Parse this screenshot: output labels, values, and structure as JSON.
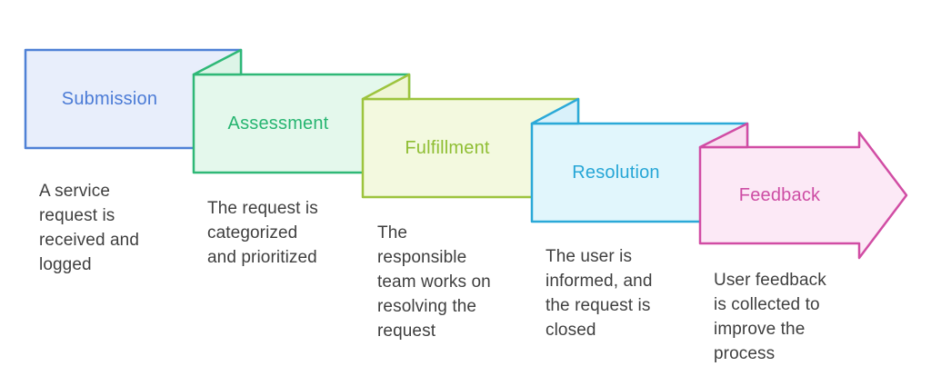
{
  "diagram": {
    "kind": "process-timeline",
    "background_color": "#ffffff",
    "description_text_color": "#3f3f3f",
    "stages": [
      {
        "title": "Submission",
        "description": "A service\nrequest is\nreceived and\nlogged",
        "fill_color": "#e8eefb",
        "border_color": "#4f81d6",
        "title_color": "#4b7bd6"
      },
      {
        "title": "Assessment",
        "description": "The request is\ncategorized\nand prioritized",
        "fill_color": "#e4f8ec",
        "border_color": "#2fb877",
        "title_color": "#27b571",
        "fold_color": "#ddf4e7"
      },
      {
        "title": "Fulfillment",
        "description": "The\nresponsible\nteam works on\nresolving the\nrequest",
        "fill_color": "#f3f9df",
        "border_color": "#9dc43e",
        "title_color": "#8fbe33",
        "fold_color": "#eff6d5"
      },
      {
        "title": "Resolution",
        "description": "The user is\ninformed, and\nthe request is\nclosed",
        "fill_color": "#e1f6fc",
        "border_color": "#2ba9d8",
        "title_color": "#26a6d6",
        "fold_color": "#d9f1fa"
      },
      {
        "title": "Feedback",
        "description": "User feedback\nis collected to\nimprove the\nprocess",
        "fill_color": "#fce9f6",
        "border_color": "#d14da4",
        "title_color": "#cd4da4",
        "fold_color": "#fadef0"
      }
    ]
  }
}
